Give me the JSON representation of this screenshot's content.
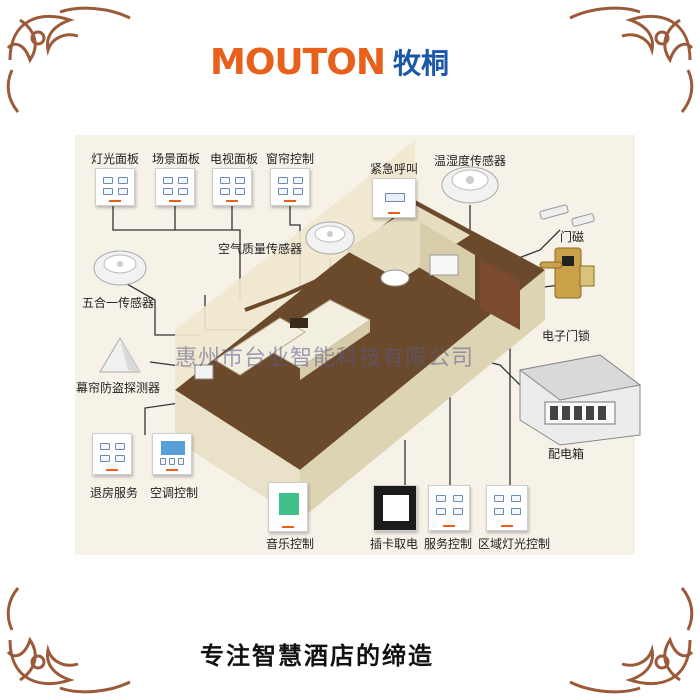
{
  "logo": {
    "en": "MOUTON",
    "cn": "牧桐"
  },
  "labels": {
    "light_panel": "灯光面板",
    "scene_panel": "场景面板",
    "tv_panel": "电视面板",
    "curtain_control": "窗帘控制",
    "emergency_call": "紧急呼叫",
    "temp_humidity_sensor": "温湿度传感器",
    "air_quality_sensor": "空气质量传感器",
    "door_magnet": "门磁",
    "five_in_one_sensor": "五合一传感器",
    "electronic_lock": "电子门锁",
    "curtain_intrusion_detector": "幕帘防盗探测器",
    "distribution_box": "配电箱",
    "checkout_service": "退房服务",
    "ac_control": "空调控制",
    "music_control": "音乐控制",
    "card_power": "插卡取电",
    "service_control": "服务控制",
    "zone_light_control": "区域灯光控制"
  },
  "watermark": "惠州市台业智能科技有限公司",
  "slogan": "专注智慧酒店的缔造",
  "colors": {
    "brand_orange": "#e8601c",
    "brand_blue": "#1a57a8",
    "ornament": "#9b5a3a"
  }
}
